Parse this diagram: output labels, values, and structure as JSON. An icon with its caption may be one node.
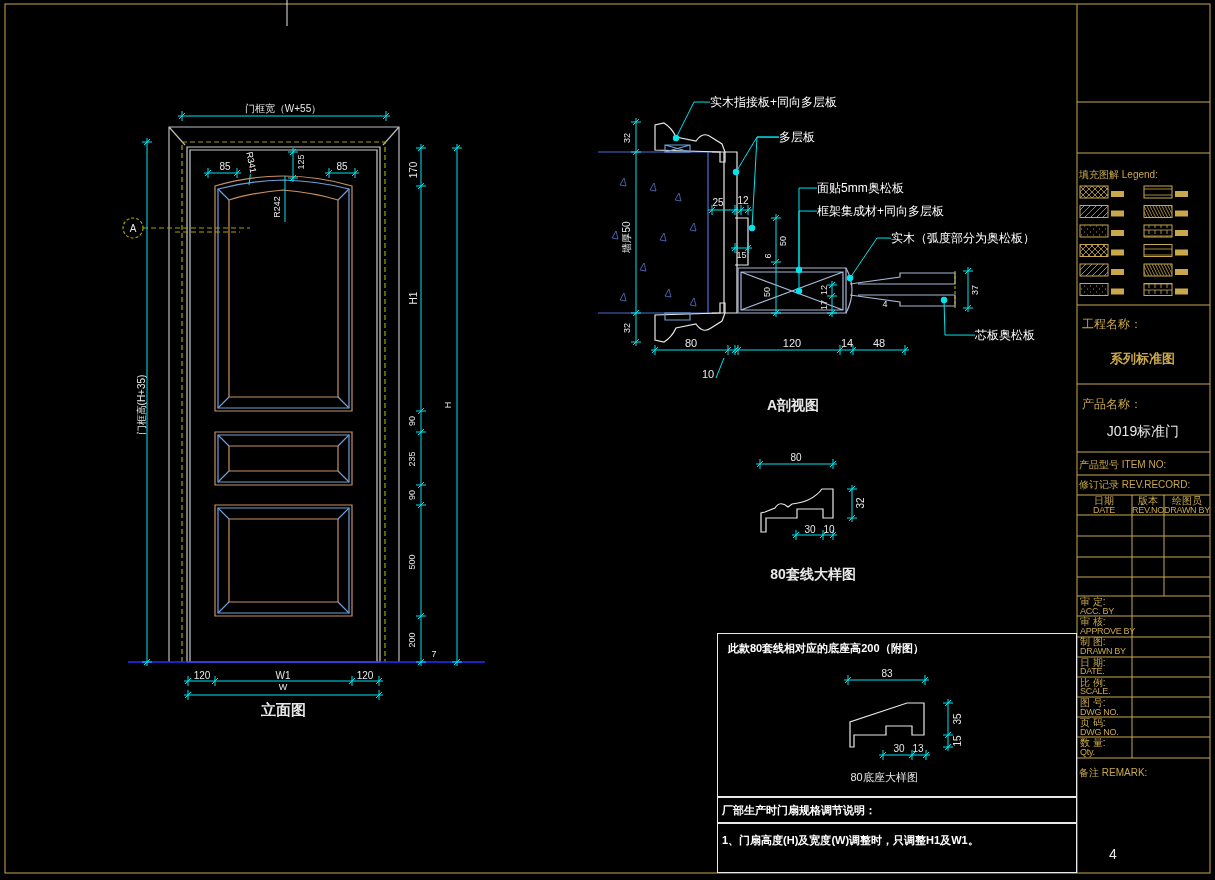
{
  "diagram": {
    "nodes": [
      {
        "text": [
          "此款80套线相对应的底座高200（附图）"
        ]
      },
      {
        "text": [
          "厂部生产时门扇规格调节说明："
        ]
      },
      {
        "text": [
          "1、门扇高度(H)及宽度(W)调整时，只调整H1及W1。"
        ]
      },
      {
        "text": [
          "实木指接板+同向多层板"
        ]
      },
      {
        "text": [
          "多层板"
        ]
      },
      {
        "text": [
          "面贴5mm奥松板"
        ]
      },
      {
        "text": [
          "框架集成材+同向多层板"
        ]
      },
      {
        "text": [
          "实木（弧度部分为奥松板）"
        ]
      },
      {
        "text": [
          "芯板奥松板"
        ]
      },
      {
        "text": [
          "R341"
        ]
      }
    ],
    "edges": [
      {
        "from": 3,
        "to": null,
        "arrow": "other"
      },
      {
        "from": 4,
        "to": null,
        "arrow": "other"
      },
      {
        "from": 4,
        "to": null,
        "arrow": "other"
      },
      {
        "from": 5,
        "to": null,
        "arrow": "other"
      },
      {
        "from": 6,
        "to": null,
        "arrow": "other"
      },
      {
        "from": 7,
        "to": null,
        "arrow": "other"
      },
      {
        "from": 8,
        "to": null,
        "arrow": "other"
      },
      {
        "from": 9,
        "to": null,
        "arrow": "none"
      }
    ],
    "labels": [
      "门框宽（W+55）",
      "85",
      "125",
      "85",
      "R242",
      "A",
      "门框高(H+35)",
      "170",
      "H1",
      "90",
      "235",
      "90",
      "500",
      "200",
      "H",
      "7",
      "120",
      "W1",
      "120",
      "W",
      "立面图",
      "32",
      "墙厚50",
      "32",
      "25",
      "12",
      "15",
      "50",
      "6",
      "50",
      "12",
      "17",
      "4",
      "37",
      "80",
      "120",
      "14",
      "48",
      "10",
      "A剖视图",
      "80",
      "32",
      "30",
      "10",
      "80套线大样图",
      "83",
      "35",
      "15",
      "30",
      "13",
      "80底座大样图",
      "填充图解 Legend:",
      "工程名称：",
      "系列标准图",
      "产品名称：",
      "J019标准门",
      "产品型号 ITEM NO:",
      "修订记录 REV.RECORD:",
      "日期",
      "DATE",
      "版本",
      "REV.NO",
      "绘图员",
      "DRAWN BY",
      "审 定:",
      "ACC. BY",
      "审 核:",
      "APPROVE BY",
      "制 图:",
      "DRAWN BY",
      "日 期:",
      "DATE.",
      "比 例:",
      "SCALE.",
      "图 号:",
      "DWG NO.",
      "页 码:",
      "DWG NO.",
      "数 量:",
      "Qty.",
      "备注 REMARK:",
      "4"
    ]
  }
}
